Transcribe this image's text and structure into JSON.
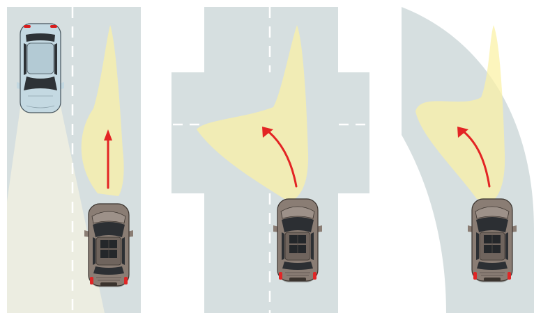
{
  "diagram": {
    "panels": [
      {
        "scene": "straight-road-with-oncoming-vehicle"
      },
      {
        "scene": "intersection-turn-left"
      },
      {
        "scene": "curved-road-turn-left"
      }
    ],
    "vehicles": {
      "own": {
        "body_color": "#8a7d74",
        "tail_light_color": "#e02626"
      },
      "oncoming": {
        "body_color": "#c4d9e2",
        "tail_light_color": "#d81d1d"
      }
    },
    "colors": {
      "road": "#d6dfe0",
      "lane_marking": "#ffffff",
      "headlight_beam": "#fbf1a4",
      "low_beam_spread": "#f0f0e0",
      "direction_arrow": "#e32424"
    }
  }
}
